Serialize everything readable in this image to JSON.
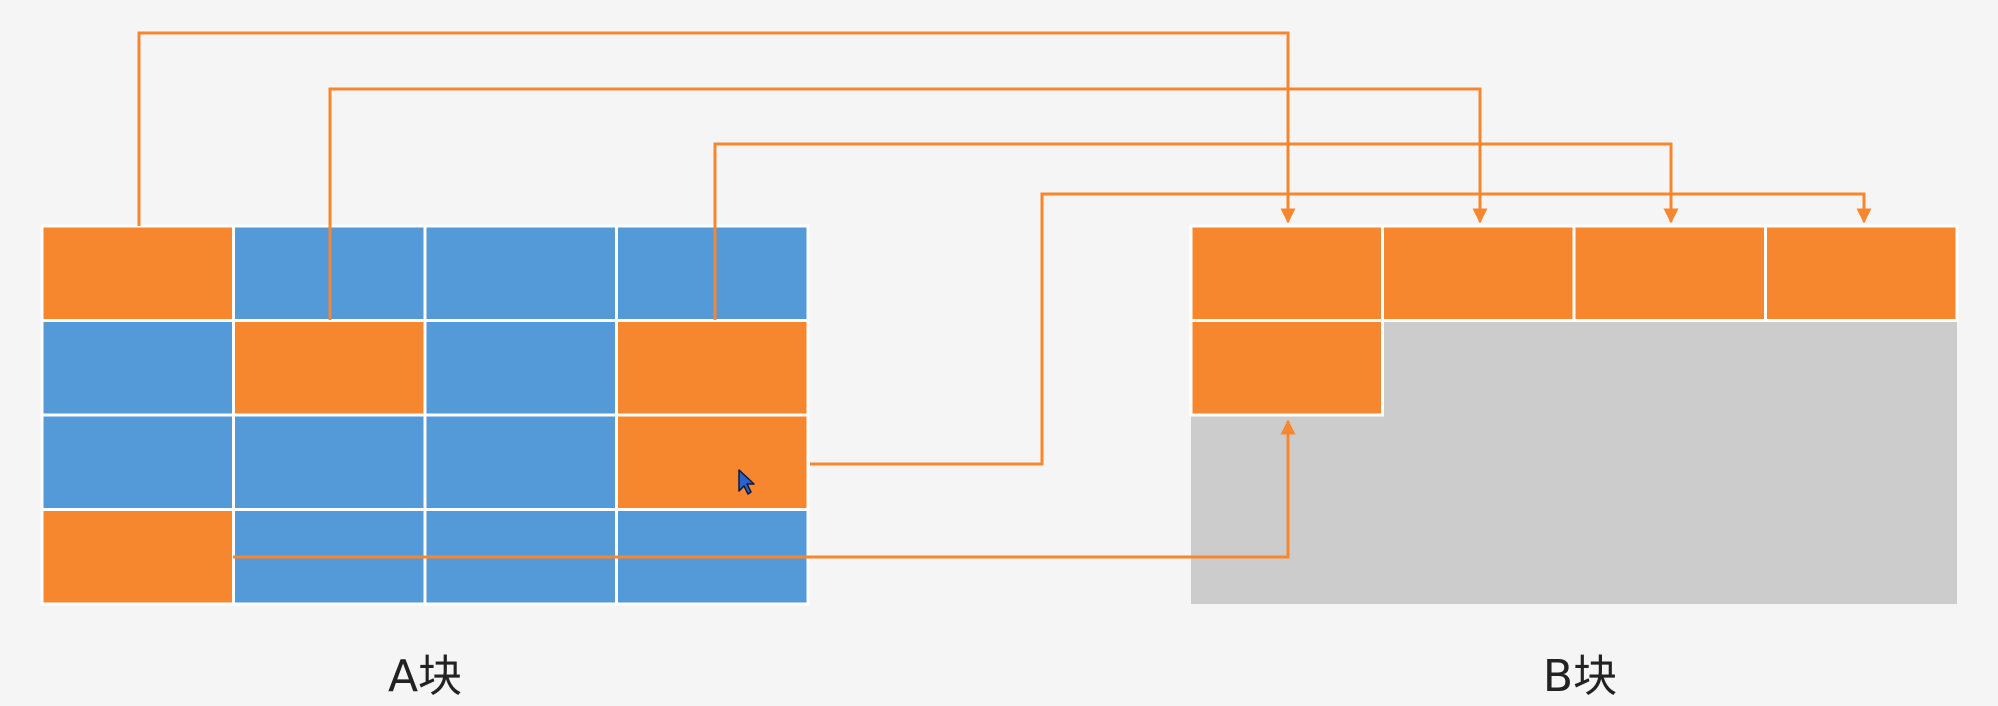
{
  "diagram": {
    "colors": {
      "selected": "#f7872e",
      "unselected": "#5499d8",
      "empty": "#cccccc",
      "connector": "#f7872e",
      "background": "#f5f5f5"
    },
    "block_a": {
      "label": "A块",
      "rows": 4,
      "cols": 4,
      "selected_cells": [
        [
          0,
          0
        ],
        [
          1,
          1
        ],
        [
          1,
          3
        ],
        [
          2,
          3
        ],
        [
          3,
          0
        ]
      ]
    },
    "block_b": {
      "label": "B块",
      "rows": 4,
      "cols": 4,
      "filled_cells": [
        [
          0,
          0
        ],
        [
          0,
          1
        ],
        [
          0,
          2
        ],
        [
          0,
          3
        ],
        [
          1,
          0
        ]
      ]
    },
    "connections": [
      {
        "from": [
          0,
          0
        ],
        "to": [
          0,
          0
        ]
      },
      {
        "from": [
          1,
          1
        ],
        "to": [
          0,
          1
        ]
      },
      {
        "from": [
          1,
          3
        ],
        "to": [
          0,
          2
        ]
      },
      {
        "from": [
          2,
          3
        ],
        "to": [
          0,
          3
        ]
      },
      {
        "from": [
          3,
          0
        ],
        "to": [
          1,
          0
        ]
      }
    ],
    "cursor_icon": "mouse-pointer-icon"
  }
}
